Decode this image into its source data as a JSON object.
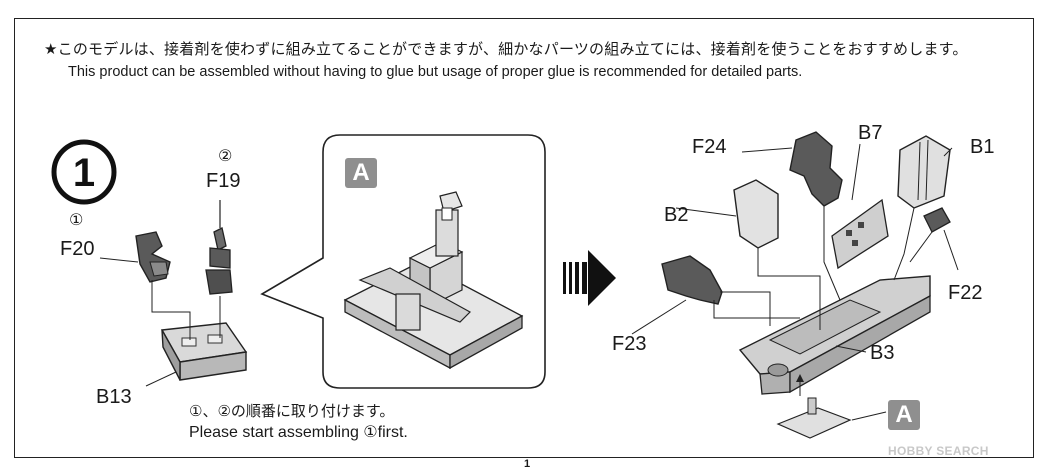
{
  "header": {
    "note_jp": "★このモデルは、接着剤を使わずに組み立てることができますが、細かなパーツの組み立てには、接着剤を使うことをおすすめします。",
    "note_en": "This product can be assembled without having to glue but usage of proper glue is recommended for detailed parts."
  },
  "step": {
    "number": "1"
  },
  "left_assembly": {
    "part_f20": {
      "order": "①",
      "label": "F20"
    },
    "part_f19": {
      "order": "②",
      "label": "F19"
    },
    "part_b13": {
      "label": "B13"
    }
  },
  "detail_callout": {
    "badge": "A"
  },
  "right_assembly": {
    "labels": {
      "f24": "F24",
      "b7": "B7",
      "b1": "B1",
      "b2": "B2",
      "f22": "F22",
      "f23": "F23",
      "b3": "B3"
    },
    "sub_badge": "A"
  },
  "instructions": {
    "jp": "①、②の順番に取り付けます。",
    "en": "Please start assembling ①first."
  },
  "footer": {
    "page": "1",
    "watermark": "HOBBY SEARCH"
  },
  "colors": {
    "part_dark": "#5a5a5a",
    "part_light": "#d2d2d2",
    "badge": "#8f8f8f",
    "line": "#222222"
  }
}
